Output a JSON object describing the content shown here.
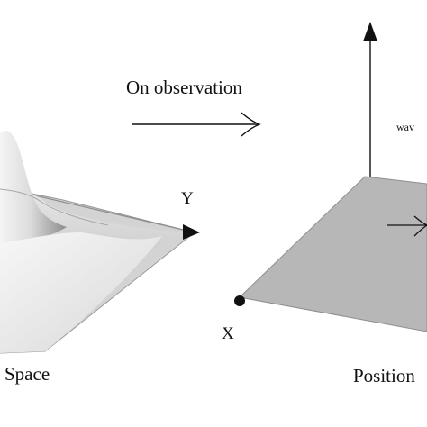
{
  "transition": {
    "label": "On observation"
  },
  "left_panel": {
    "axis_y_label": "Y",
    "caption": "Space"
  },
  "right_panel": {
    "axis_x_label": "X",
    "vertical_label": "wav",
    "caption": "Position"
  },
  "colors": {
    "plane": "#b7b7b7",
    "plane_edge": "#8e8e8e",
    "ink": "#111111",
    "background": "#ffffff"
  }
}
